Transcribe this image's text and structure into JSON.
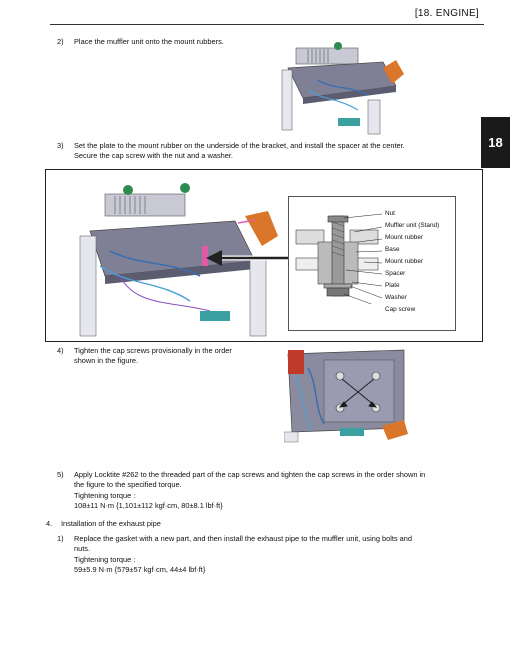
{
  "header": {
    "section": "[18.  ENGINE]"
  },
  "tab": {
    "label": "18"
  },
  "steps": [
    {
      "num": "2)",
      "text": "Place the muffler unit onto the mount rubbers."
    },
    {
      "num": "3)",
      "line1": "Set the plate to the mount rubber on the underside of the bracket, and install the spacer at the center.",
      "line2": "Secure the cap screw with the nut and a washer."
    },
    {
      "num": "4)",
      "line1": "Tighten the cap screws provisionally in the order",
      "line2": "shown in the figure."
    },
    {
      "num": "5)",
      "line1": "Apply Locktite #262 to the threaded part of the cap screws and tighten the cap screws in the order shown in",
      "line2": "the figure to the specified torque.",
      "torque_label": "Tightening torque :",
      "torque_value": "108±11 N·m {1,101±112 kgf·cm, 80±8.1 lbf·ft}"
    }
  ],
  "section4": {
    "num": "4.",
    "title": "Installation of the exhaust pipe"
  },
  "sub1": {
    "num": "1)",
    "line1": "Replace the gasket with a new part, and then install the exhaust pipe to the muffler unit, using bolts and",
    "line2": "nuts.",
    "torque_label": "Tightening torque :",
    "torque_value": "59±5.9 N·m {579±57 kgf·cm, 44±4 lbf·ft}"
  },
  "inset_labels": [
    "Nut",
    "Muffler unit  (Stand)",
    "Mount rubber",
    "Base",
    "Mount rubber",
    "Spacer",
    "Plate",
    "Washer",
    "Cap screw"
  ]
}
